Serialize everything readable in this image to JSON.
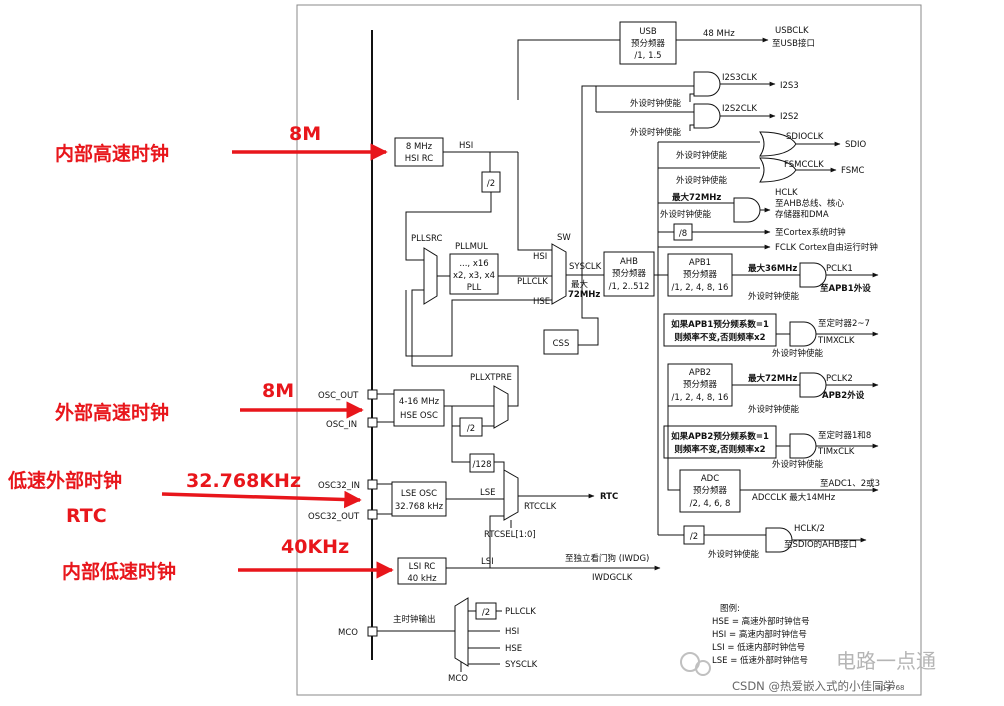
{
  "annotations": {
    "internal_high_speed": "内部高速时钟",
    "freq_8m_top": "8M",
    "external_high_speed": "外部高速时钟",
    "freq_8m_mid": "8M",
    "low_speed_external": "低速外部时钟",
    "rtc": "RTC",
    "freq_32k": "32.768KHz",
    "internal_low_speed": "内部低速时钟",
    "freq_40k": "40KHz"
  },
  "blocks": {
    "hsi_rc": [
      "8 MHz",
      "HSI RC"
    ],
    "hse_osc": [
      "4-16 MHz",
      "HSE OSC"
    ],
    "lse_osc": [
      "LSE OSC",
      "32.768 kHz"
    ],
    "lsi_rc": [
      "LSI RC",
      "40 kHz"
    ],
    "usb": [
      "USB",
      "预分频器",
      "/1, 1.5"
    ],
    "ahb": [
      "AHB",
      "预分频器",
      "/1, 2..512"
    ],
    "apb1": [
      "APB1",
      "预分频器",
      "/1, 2, 4, 8, 16"
    ],
    "apb2": [
      "APB2",
      "预分频器",
      "/1, 2, 4, 8, 16"
    ],
    "adc": [
      "ADC",
      "预分频器",
      "/2, 4, 6, 8"
    ],
    "pll": [
      "..., x16",
      "x2, x3, x4",
      "PLL"
    ],
    "css": "CSS",
    "div2_hsi": "/2",
    "div2_hse": "/2",
    "div128": "/128",
    "div8": "/8",
    "div2_sdio": "/2",
    "div2_mco": "/2",
    "tim_apb1": [
      "如果APB1预分频系数=1",
      "则频率不变,否则频率x2"
    ],
    "tim_apb2": [
      "如果APB2预分频系数=1",
      "则频率不变,否则频率x2"
    ]
  },
  "labels": {
    "usb_freq": "48 MHz",
    "usbclk": "USBCLK",
    "usb_dest": "至USB接口",
    "i2s3clk": "I2S3CLK",
    "i2s3": "I2S3",
    "i2s2clk": "I2S2CLK",
    "i2s2": "I2S2",
    "periph_enable": "外设时钟使能",
    "sdioclk": "SDIOCLK",
    "sdio": "SDIO",
    "fsmcclk": "FSMCCLK",
    "fsmc": "FSMC",
    "max72_ahb": "最大72MHz",
    "hclk": "HCLK",
    "hclk_dest1": "至AHB总线、核心",
    "hclk_dest2": "存储器和DMA",
    "cortex_timer": "至Cortex系统时钟",
    "fclk": "FCLK Cortex自由运行时钟",
    "hsi": "HSI",
    "pllsrc": "PLLSRC",
    "pllmul": "PLLMUL",
    "sw": "SW",
    "sw_hsi": "HSI",
    "pllclk": "PLLCLK",
    "sw_hse": "HSE",
    "sysclk": "SYSCLK",
    "max_sys1": "最大",
    "max_sys2": "72MHz",
    "max36": "最大36MHz",
    "pclk1": "PCLK1",
    "pclk1_dest": "至APB1外设",
    "timer27": "至定时器2~7",
    "timxclk": "TIMXCLK",
    "max72_apb2": "最大72MHz",
    "pclk2": "PCLK2",
    "pclk2_dest": "APB2外设",
    "timer18": "至定时器1和8",
    "timxclk2": "TIMxCLK",
    "adc_dest": "至ADC1、2或3",
    "adcclk": "ADCCLK  最大14MHz",
    "hclk2": "HCLK/2",
    "sdio_ahb": "至SDIO的AHB接口",
    "pllxtpre": "PLLXTPRE",
    "osc_out": "OSC_OUT",
    "osc_in": "OSC_IN",
    "osc32_in": "OSC32_IN",
    "osc32_out": "OSC32_OUT",
    "lse": "LSE",
    "rtcclk": "RTCCLK",
    "rtc_out": "RTC",
    "rtcsel": "RTCSEL[1:0]",
    "lsi": "LSI",
    "iwdg_dest": "至独立看门狗 (IWDG)",
    "iwdgclk": "IWDGCLK",
    "mco_out_label": "主时钟输出",
    "mco": "MCO",
    "mco_mux": "MCO",
    "mco_pllclk": "PLLCLK",
    "mco_hsi": "HSI",
    "mco_hse": "HSE",
    "mco_sysclk": "SYSCLK"
  },
  "legend": {
    "title": "图例:",
    "items": [
      "HSE = 高速外部时钟信号",
      "HSI = 高速内部时钟信号",
      "LSI = 低速内部时钟信号",
      "LSE = 低速外部时钟信号"
    ]
  },
  "watermark": {
    "channel": "电路一点通",
    "credit": "CSDN @热爱嵌入式的小佳同学",
    "code": "ai14768"
  },
  "colors": {
    "annotation": "#e8161b",
    "line": "#111111",
    "frame": "#888888"
  }
}
